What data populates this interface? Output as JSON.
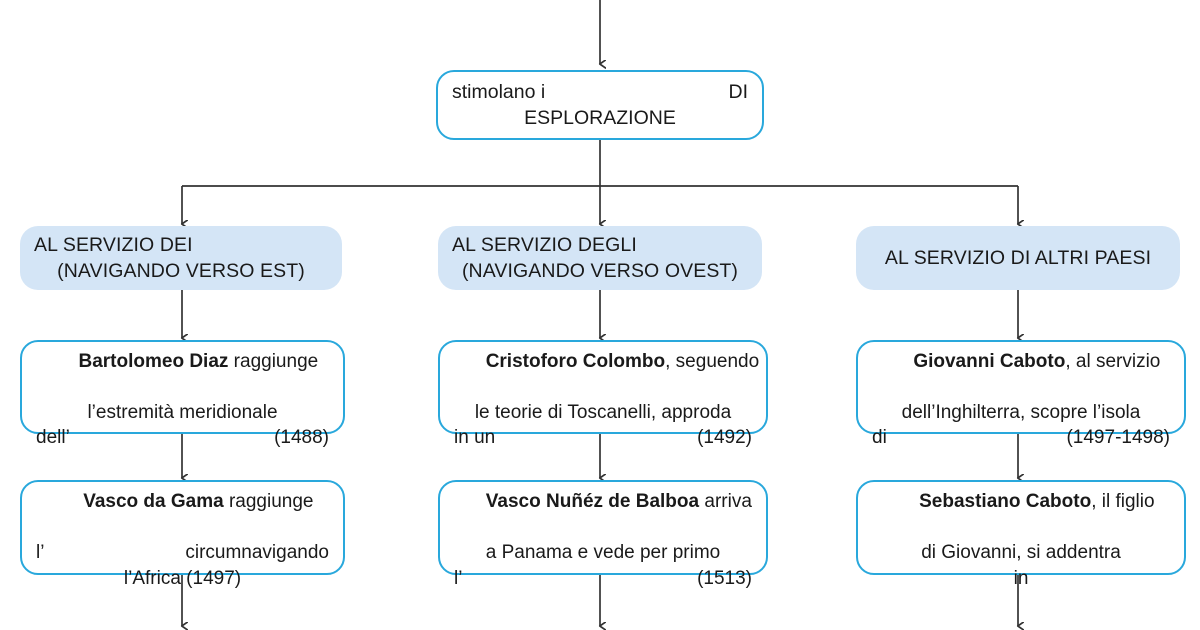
{
  "diagram": {
    "title": "Viaggi di esplorazione",
    "colors": {
      "box_border": "#29a8dc",
      "box_fill": "#ffffff",
      "header_fill": "#d4e5f6",
      "connector": "#333333",
      "text": "#1a1a1a"
    },
    "top_node": {
      "line1_left": "stimolano i",
      "line1_right": "DI",
      "line2": "ESPLORAZIONE"
    },
    "columns": [
      {
        "header": {
          "line1": "AL SERVIZIO DEI",
          "line2": "(NAVIGANDO VERSO EST)"
        },
        "cards": [
          {
            "name": "Bartolomeo Diaz",
            "line1_rest": " raggiunge",
            "line2": "l’estremità meridionale",
            "line3_left": "dell’",
            "line3_right": "(1488)"
          },
          {
            "name": "Vasco da Gama",
            "line1_rest": " raggiunge",
            "line2_left": "l’",
            "line2_right": "circumnavigando",
            "line3": "l’Africa (1497)"
          }
        ]
      },
      {
        "header": {
          "line1": "AL SERVIZIO DEGLI",
          "line2": "(NAVIGANDO VERSO OVEST)"
        },
        "cards": [
          {
            "name": "Cristoforo Colombo",
            "line1_rest": ", seguendo",
            "line2": "le teorie di Toscanelli, approda",
            "line3_left": "in un",
            "line3_right": "(1492)"
          },
          {
            "name": "Vasco Nuñéz de Balboa",
            "line1_rest": " arriva",
            "line2": "a Panama e vede per primo",
            "line3_left": "l’",
            "line3_right": "(1513)"
          }
        ]
      },
      {
        "header": {
          "line1": "AL SERVIZIO DI ALTRI PAESI",
          "line2": ""
        },
        "cards": [
          {
            "name": "Giovanni Caboto",
            "line1_rest": ", al servizio",
            "line2": "dell’Inghilterra, scopre l’isola",
            "line3_left": "di",
            "line3_right": "(1497-1498)"
          },
          {
            "name": "Sebastiano Caboto",
            "line1_rest": ", il figlio",
            "line2": "di Giovanni, si addentra",
            "line3": "in"
          }
        ]
      }
    ]
  }
}
